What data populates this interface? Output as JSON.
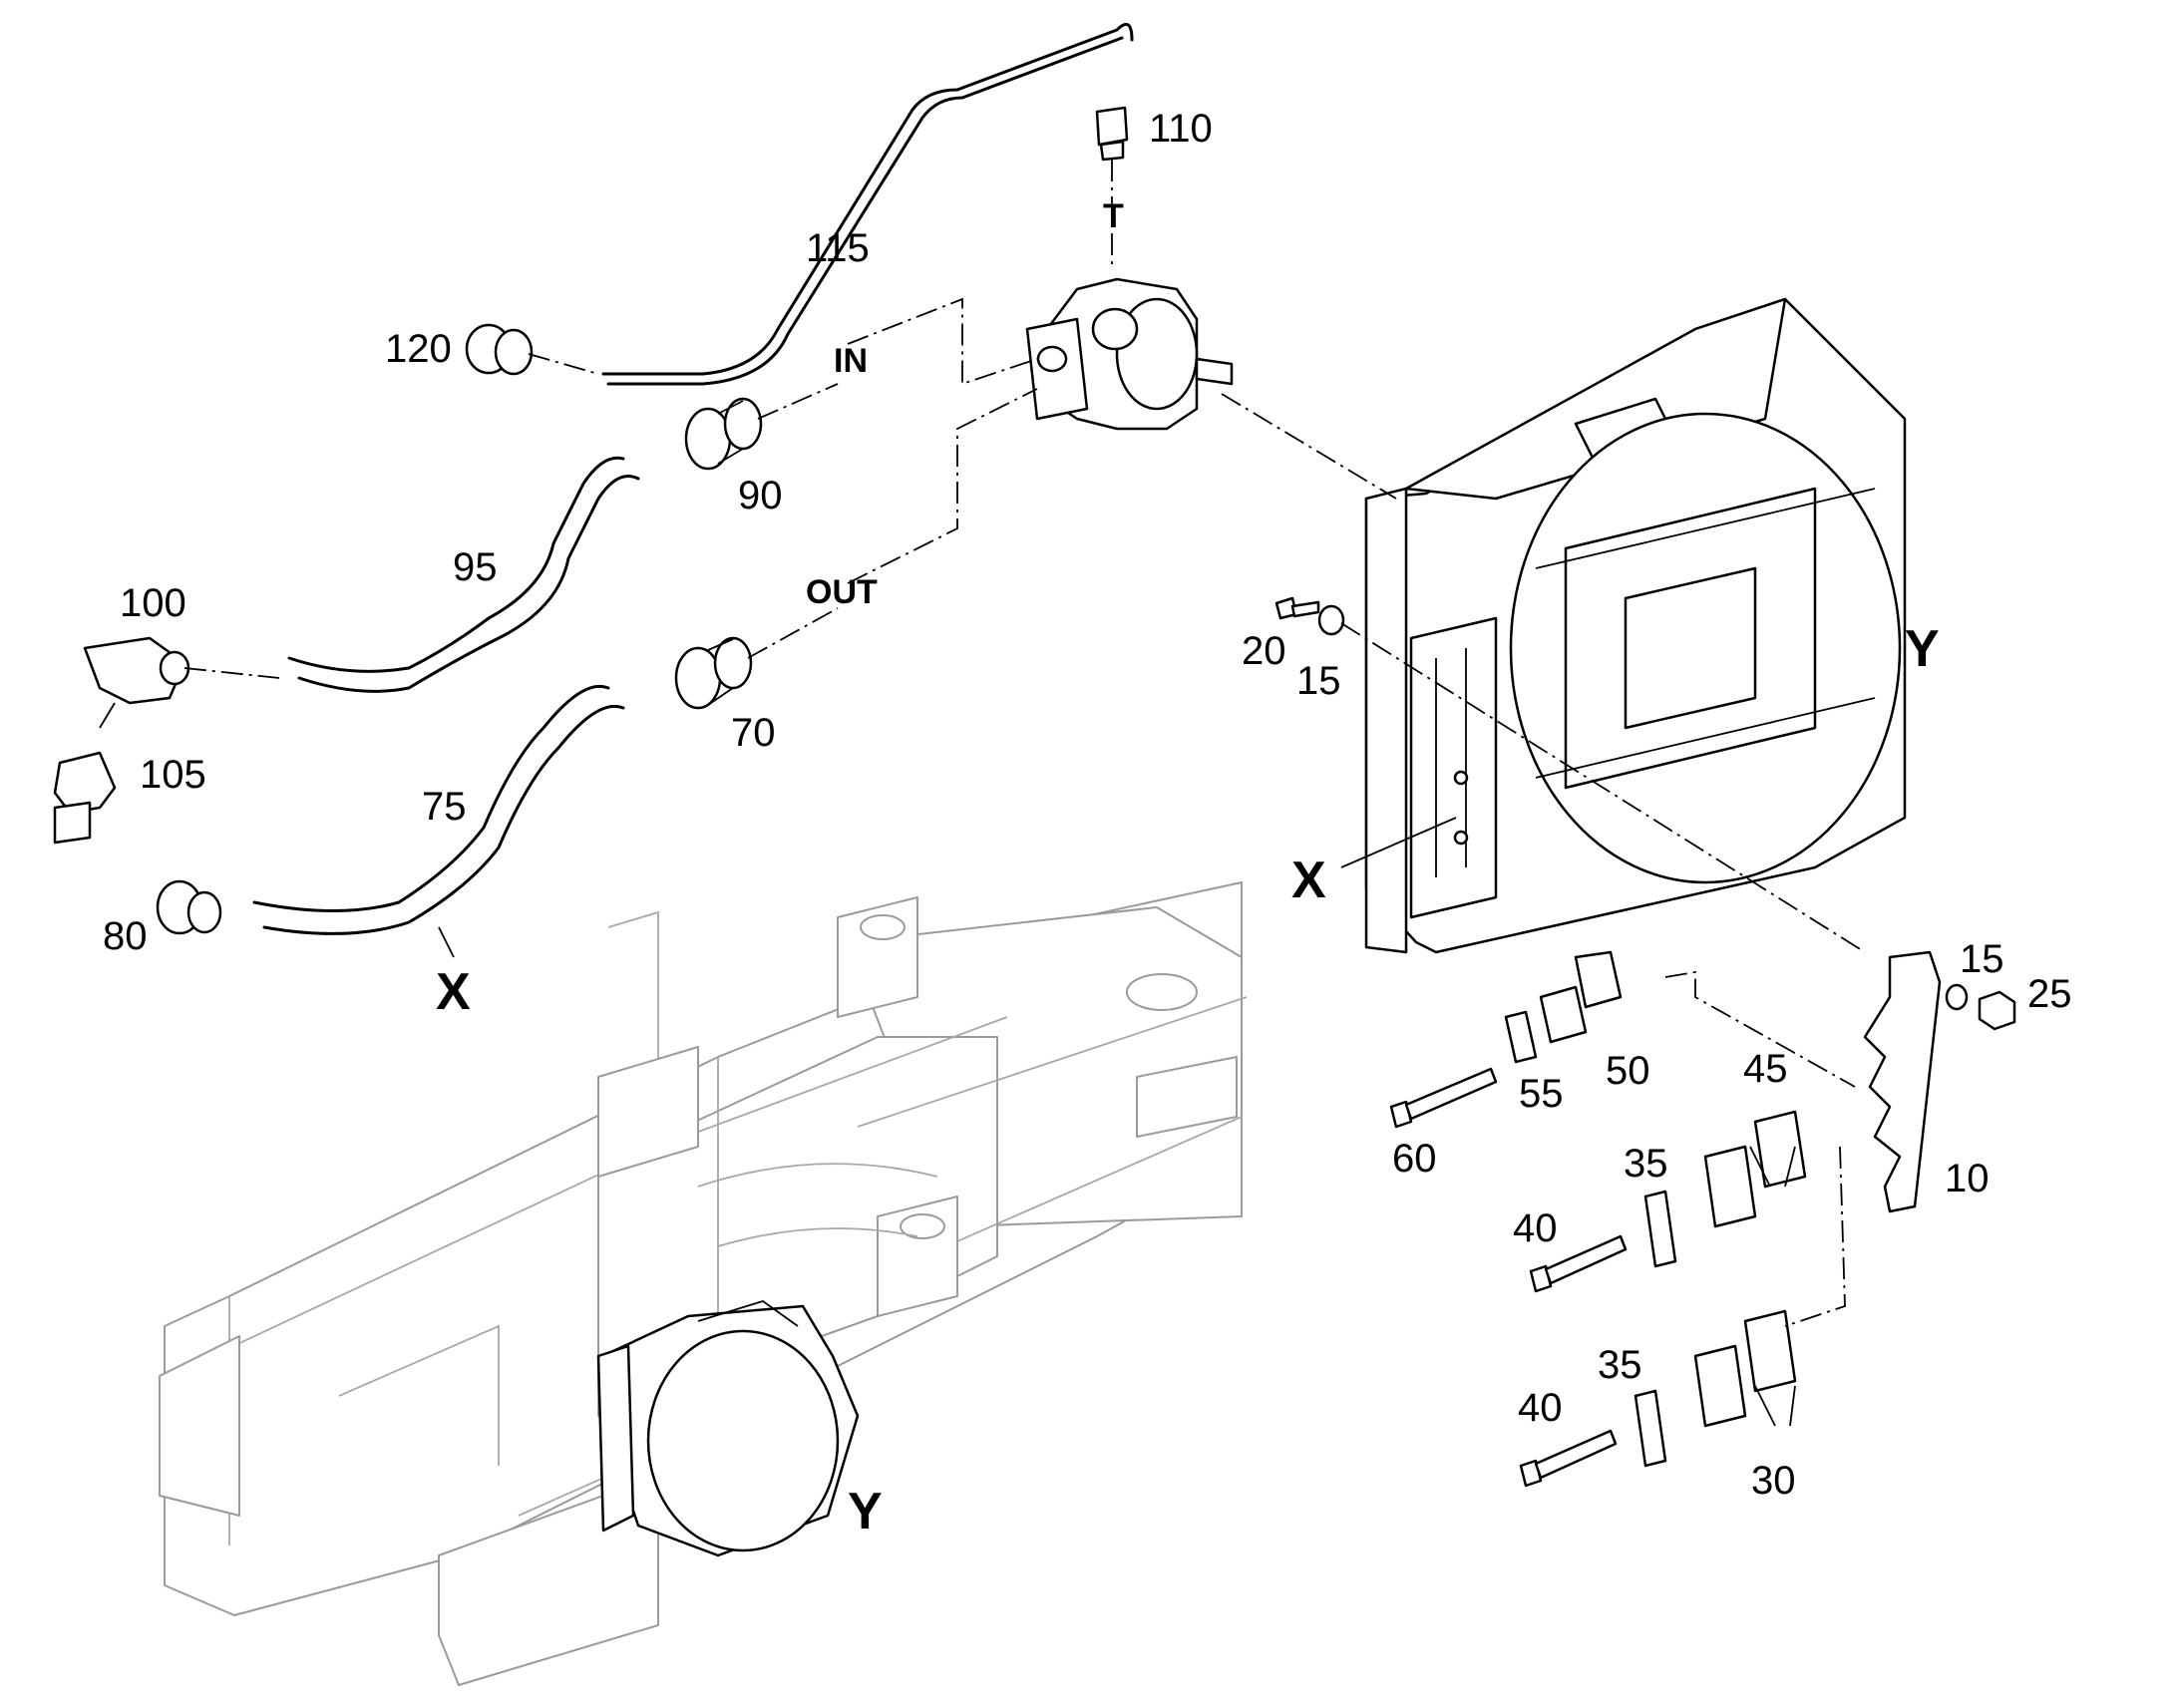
{
  "diagram": {
    "part_numbers": {
      "p10": "10",
      "p15a": "15",
      "p15b": "15",
      "p20": "20",
      "p25": "25",
      "p30": "30",
      "p35a": "35",
      "p35b": "35",
      "p40a": "40",
      "p40b": "40",
      "p45": "45",
      "p50": "50",
      "p55": "55",
      "p60": "60",
      "p70": "70",
      "p75": "75",
      "p80": "80",
      "p90": "90",
      "p95": "95",
      "p100": "100",
      "p105": "105",
      "p110": "110",
      "p115": "115",
      "p120": "120"
    },
    "port_labels": {
      "t": "T",
      "in": "IN",
      "out": "OUT"
    },
    "reference_letters": {
      "x1": "X",
      "x2": "X",
      "y1": "Y",
      "y2": "Y"
    }
  }
}
